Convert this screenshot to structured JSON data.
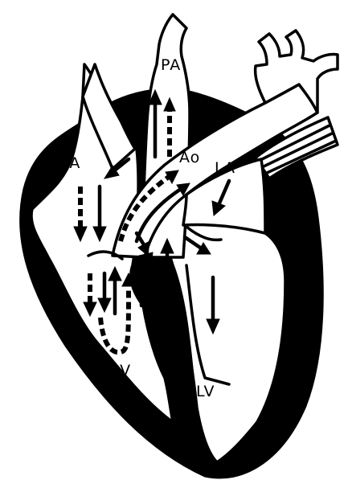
{
  "labels": {
    "pa": "PA",
    "ra": "RA",
    "ao": "Ao",
    "la": "LA",
    "rv": "RV",
    "lv": "LV"
  },
  "colors": {
    "ink": "#000000",
    "paper": "#ffffff"
  }
}
